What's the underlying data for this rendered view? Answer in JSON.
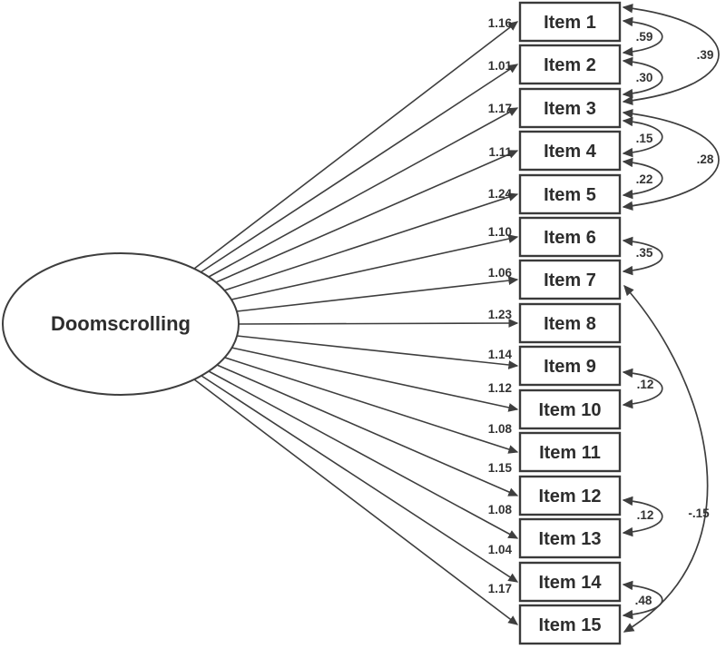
{
  "diagram": {
    "type": "confirmatory-factor-analysis-path-diagram",
    "factor": {
      "label": "Doomscrolling"
    },
    "items": [
      {
        "label": "Item 1",
        "loading": "1.16"
      },
      {
        "label": "Item 2",
        "loading": "1.01"
      },
      {
        "label": "Item 3",
        "loading": "1.17"
      },
      {
        "label": "Item 4",
        "loading": "1.11"
      },
      {
        "label": "Item 5",
        "loading": "1.24"
      },
      {
        "label": "Item 6",
        "loading": "1.10"
      },
      {
        "label": "Item 7",
        "loading": "1.06"
      },
      {
        "label": "Item 8",
        "loading": "1.23"
      },
      {
        "label": "Item 9",
        "loading": "1.14"
      },
      {
        "label": "Item 10",
        "loading": "1.12"
      },
      {
        "label": "Item 11",
        "loading": "1.08"
      },
      {
        "label": "Item 12",
        "loading": "1.15"
      },
      {
        "label": "Item 13",
        "loading": "1.08"
      },
      {
        "label": "Item 14",
        "loading": "1.04"
      },
      {
        "label": "Item 15",
        "loading": "1.17"
      }
    ],
    "covariances": [
      {
        "from": "Item 1",
        "to": "Item 2",
        "value": ".59"
      },
      {
        "from": "Item 2",
        "to": "Item 3",
        "value": ".30"
      },
      {
        "from": "Item 1",
        "to": "Item 3",
        "value": ".39"
      },
      {
        "from": "Item 3",
        "to": "Item 4",
        "value": ".15"
      },
      {
        "from": "Item 4",
        "to": "Item 5",
        "value": ".22"
      },
      {
        "from": "Item 3",
        "to": "Item 5",
        "value": ".28"
      },
      {
        "from": "Item 6",
        "to": "Item 7",
        "value": ".35"
      },
      {
        "from": "Item 9",
        "to": "Item 10",
        "value": ".12"
      },
      {
        "from": "Item 12",
        "to": "Item 13",
        "value": ".12"
      },
      {
        "from": "Item 14",
        "to": "Item 15",
        "value": ".48"
      },
      {
        "from": "Item 7",
        "to": "Item 15",
        "value": "-.15"
      }
    ]
  }
}
